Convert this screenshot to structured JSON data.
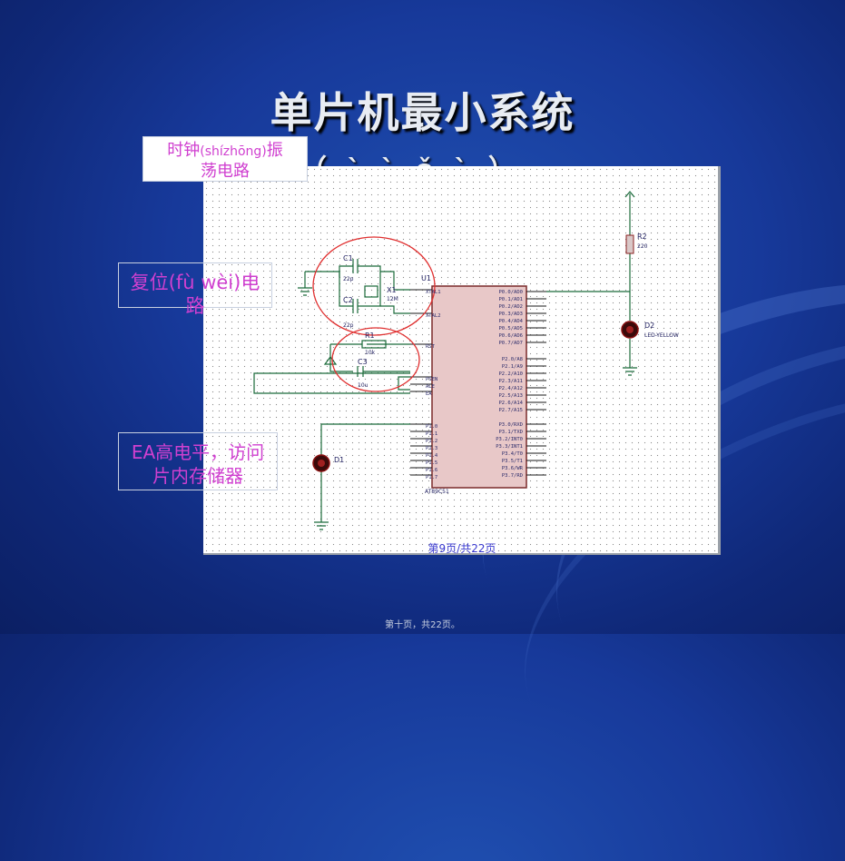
{
  "slide": {
    "title": "单片机最小系统",
    "title_overflow": "（ ` ` ǒ ` ）",
    "page_label": "第9页/共22页",
    "footer": "第十页，共22页。"
  },
  "callouts": {
    "clock_line1_a": "时钟",
    "clock_line1_b": "(shízhōng)",
    "clock_line1_c": "振",
    "clock_line2": "荡电路",
    "reset_line1": "复位(fù wèi)电",
    "reset_line2": "路",
    "ea_line1": "EA高电平，访问",
    "ea_line2": "片内存储器"
  },
  "schematic": {
    "parts": {
      "c1": "C1",
      "c1_val": "22p",
      "c2": "C2",
      "c2_val": "22p",
      "x1": "X1",
      "x1_val": "12M",
      "r1": "R1",
      "r1_val": "10k",
      "c3": "C3",
      "c3_val": "10u",
      "u1": "U1",
      "u1_type": "AT89C51",
      "r2": "R2",
      "r2_val": "220",
      "d2": "D2",
      "d2_type": "LED-YELLOW",
      "d1": "D1"
    },
    "left_pins": [
      "XTAL1",
      "XTAL2",
      "RST",
      "PSEN",
      "ALE",
      "EA",
      "P1.0",
      "P1.1",
      "P1.2",
      "P1.3",
      "P1.4",
      "P1.5",
      "P1.6",
      "P1.7"
    ],
    "right_pins_p0": [
      "P0.0/AD0",
      "P0.1/AD1",
      "P0.2/AD2",
      "P0.3/AD3",
      "P0.4/AD4",
      "P0.5/AD5",
      "P0.6/AD6",
      "P0.7/AD7"
    ],
    "right_pins_p2": [
      "P2.0/A8",
      "P2.1/A9",
      "P2.2/A10",
      "P2.3/A11",
      "P2.4/A12",
      "P2.5/A13",
      "P2.6/A14",
      "P2.7/A15"
    ],
    "right_pins_p3": [
      "P3.0/RXD",
      "P3.1/TXD",
      "P3.2/INT0",
      "P3.3/INT1",
      "P3.4/T0",
      "P3.5/T1",
      "P3.6/WR",
      "P3.7/RD"
    ]
  },
  "colors": {
    "accent_text": "#d040d0",
    "highlight_circle": "#e03030",
    "wire": "#1a6a3a"
  }
}
